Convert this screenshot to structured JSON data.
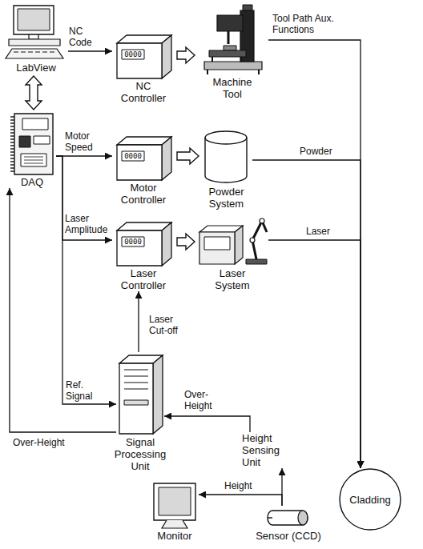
{
  "diagram": {
    "nodes": [
      {
        "text": [
          "LabView"
        ]
      },
      {
        "text": [
          "0000",
          "NC Controller"
        ]
      },
      {
        "text": [
          "Machine Tool"
        ]
      },
      {
        "text": [
          "DAQ"
        ]
      },
      {
        "text": [
          "0000",
          "Motor Controller"
        ]
      },
      {
        "text": [
          "Powder System"
        ]
      },
      {
        "text": [
          "0000",
          "Laser Controller"
        ]
      },
      {
        "text": [
          "Laser System"
        ]
      },
      {
        "text": [
          "Signal Processing Unit"
        ]
      },
      {
        "text": [
          "Height Sensing Unit"
        ]
      },
      {
        "text": [
          "Monitor"
        ]
      },
      {
        "text": [
          "Sensor (CCD)"
        ]
      },
      {
        "text": [
          "Cladding"
        ]
      }
    ],
    "edges": [
      {
        "from": 0,
        "to": 3,
        "arrow": "both"
      },
      {
        "from": 0,
        "to": 1,
        "label": "NC Code",
        "arrow": "to"
      },
      {
        "from": 1,
        "to": 2,
        "arrow": "to"
      },
      {
        "from": 2,
        "to": 12,
        "label": "Tool Path Aux. Functions",
        "arrow": "to"
      },
      {
        "from": 3,
        "to": 4,
        "label": "Motor Speed",
        "arrow": "to"
      },
      {
        "from": 4,
        "to": 5,
        "arrow": "to"
      },
      {
        "from": 5,
        "to": 12,
        "label": "Powder",
        "arrow": "to"
      },
      {
        "from": 3,
        "to": 6,
        "label": "Laser Amplitude",
        "arrow": "to"
      },
      {
        "from": 6,
        "to": 7,
        "arrow": "to"
      },
      {
        "from": 7,
        "to": 12,
        "label": "Laser",
        "arrow": "to"
      },
      {
        "from": 3,
        "to": 8,
        "label": "Ref. Signal",
        "arrow": "to"
      },
      {
        "from": 8,
        "to": 6,
        "label": "Laser Cut-off",
        "arrow": "to"
      },
      {
        "from": 8,
        "to": 3,
        "label": "Over-Height",
        "arrow": "to"
      },
      {
        "from": 9,
        "to": 8,
        "label": "Over-Height",
        "arrow": "to"
      },
      {
        "from": 11,
        "to": 9,
        "arrow": "to"
      },
      {
        "from": 11,
        "to": 10,
        "label": "Height",
        "arrow": "to"
      }
    ]
  }
}
